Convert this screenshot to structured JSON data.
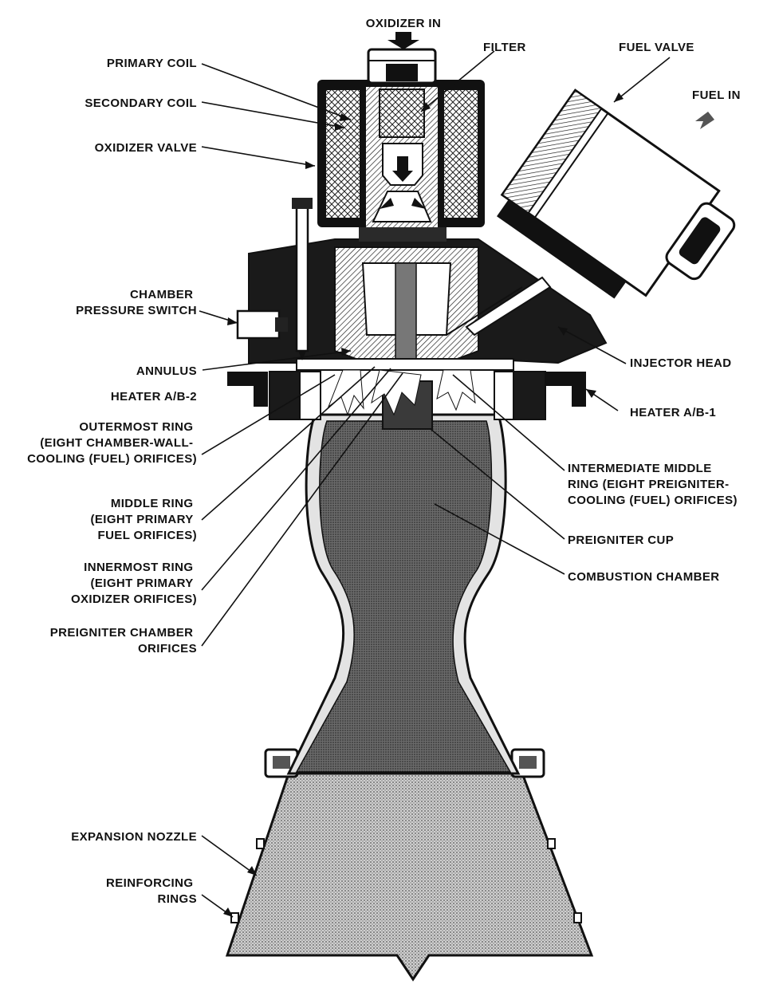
{
  "colors": {
    "ink": "#111111",
    "dark_shade": "#4a4a4a",
    "light_shade": "#a9a9a9",
    "metal": "#d4d4d4",
    "paper": "#ffffff"
  },
  "labels": {
    "oxidizer_in": "OXIDIZER IN",
    "filter": "FILTER",
    "fuel_valve": "FUEL VALVE",
    "fuel_in": "FUEL IN",
    "primary_coil": "PRIMARY COIL",
    "secondary_coil": "SECONDARY COIL",
    "oxidizer_valve": "OXIDIZER VALVE",
    "chamber_pressure_switch": [
      "CHAMBER",
      "PRESSURE SWITCH"
    ],
    "annulus": "ANNULUS",
    "heater_ab2": "HEATER A/B-2",
    "outermost_ring": [
      "OUTERMOST RING",
      "(EIGHT CHAMBER-WALL-",
      "COOLING (FUEL) ORIFICES)"
    ],
    "middle_ring": [
      "MIDDLE RING",
      "(EIGHT PRIMARY",
      "FUEL ORIFICES)"
    ],
    "innermost_ring": [
      "INNERMOST RING",
      "(EIGHT PRIMARY",
      "OXIDIZER ORIFICES)"
    ],
    "preigniter_chamber_orifices": [
      "PREIGNITER CHAMBER",
      "ORIFICES"
    ],
    "injector_head": "INJECTOR HEAD",
    "heater_ab1": "HEATER A/B-1",
    "intermediate_middle_ring": [
      "INTERMEDIATE MIDDLE",
      "RING (EIGHT PREIGNITER-",
      "COOLING (FUEL) ORIFICES)"
    ],
    "preigniter_cup": "PREIGNITER CUP",
    "combustion_chamber": "COMBUSTION CHAMBER",
    "expansion_nozzle": "EXPANSION NOZZLE",
    "reinforcing_rings": [
      "REINFORCING",
      "RINGS"
    ]
  }
}
